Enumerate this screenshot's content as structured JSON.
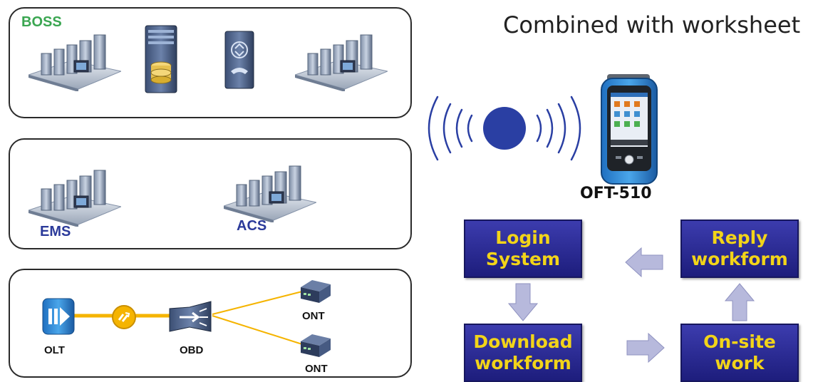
{
  "title": "Combined with worksheet",
  "layers": {
    "boss": {
      "label": "BOSS"
    },
    "management": {
      "ems_label": "EMS",
      "acs_label": "ACS"
    },
    "access": {
      "olt_label": "OLT",
      "obd_label": "OBD",
      "ont_top_label": "ONT",
      "ont_bottom_label": "ONT"
    }
  },
  "device": {
    "label": "OFT-510"
  },
  "workflow": {
    "login": "Login\nSystem",
    "download": "Download\nworkform",
    "onsite": "On-site\nwork",
    "reply": "Reply\nworkform"
  },
  "colors": {
    "flow_box": "#27278f",
    "flow_text": "#f2d419",
    "arrow": "#b7b9dc",
    "signal": "#2a3fa3",
    "fiber": "#f5b400",
    "boss_label": "#3aa651",
    "net_label": "#2b3a9a"
  },
  "icons": [
    "server-cluster-icon",
    "database-server-icon",
    "telephony-switch-icon",
    "olt-icon",
    "splitter-icon",
    "ont-icon",
    "wireless-signal-icon",
    "handheld-tester-icon"
  ]
}
